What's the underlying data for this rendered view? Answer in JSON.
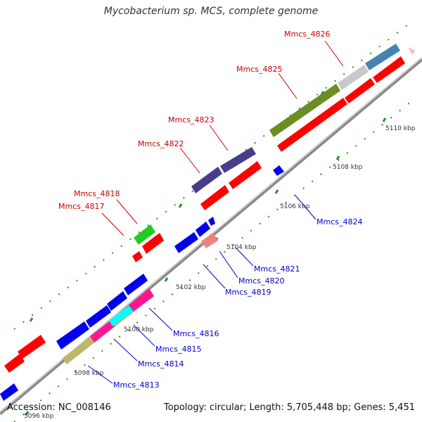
{
  "title": "Mycobacterium sp. MCS, complete genome",
  "accession": "Accession: NC_008146",
  "summary": "Topology: circular; Length: 5,705,448 bp; Genes: 5,451",
  "colors": {
    "backbone": "#888888",
    "ticks": "#2e8b2e",
    "upper_label": "#cc0000",
    "lower_label": "#0000cc",
    "red_feature": "#ff0000",
    "blue_feature": "#0000ee",
    "olive_feature": "#6b8e23",
    "khaki_feature": "#bdb76b",
    "purple_feature": "#483d8b",
    "green_feature": "#22cc22",
    "pink_feature": "#ff1493",
    "cyan_feature": "#00ffff",
    "light_red_feature": "#f08080",
    "grey_feature": "#c8c8c8",
    "steel_feature": "#4682b4",
    "light_pink_feature": "#ffb6c1"
  },
  "scale_labels": [
    {
      "text": "5096 kbp",
      "kbp": 5096
    },
    {
      "text": "5098 kbp",
      "kbp": 5098
    },
    {
      "text": "5100 kbp",
      "kbp": 5100
    },
    {
      "text": "5102 kbp",
      "kbp": 5102
    },
    {
      "text": "5104 kbp",
      "kbp": 5104
    },
    {
      "text": "5106 kbp",
      "kbp": 5106
    },
    {
      "text": "5108 kbp",
      "kbp": 5108
    },
    {
      "text": "5110 kbp",
      "kbp": 5110
    }
  ],
  "upper_gene_labels": [
    {
      "text": "Mmcs_4817",
      "gene": "Mmcs_4817"
    },
    {
      "text": "Mmcs_4818",
      "gene": "Mmcs_4818"
    },
    {
      "text": "Mmcs_4822",
      "gene": "Mmcs_4822"
    },
    {
      "text": "Mmcs_4823",
      "gene": "Mmcs_4823"
    },
    {
      "text": "Mmcs_4825",
      "gene": "Mmcs_4825"
    },
    {
      "text": "Mmcs_4826",
      "gene": "Mmcs_4826"
    }
  ],
  "lower_gene_labels": [
    {
      "text": "Mmcs_4813",
      "gene": "Mmcs_4813"
    },
    {
      "text": "Mmcs_4814",
      "gene": "Mmcs_4814"
    },
    {
      "text": "Mmcs_4815",
      "gene": "Mmcs_4815"
    },
    {
      "text": "Mmcs_4816",
      "gene": "Mmcs_4816"
    },
    {
      "text": "Mmcs_4819",
      "gene": "Mmcs_4819"
    },
    {
      "text": "Mmcs_4820",
      "gene": "Mmcs_4820"
    },
    {
      "text": "Mmcs_4821",
      "gene": "Mmcs_4821"
    },
    {
      "text": "Mmcs_4824",
      "gene": "Mmcs_4824"
    }
  ]
}
